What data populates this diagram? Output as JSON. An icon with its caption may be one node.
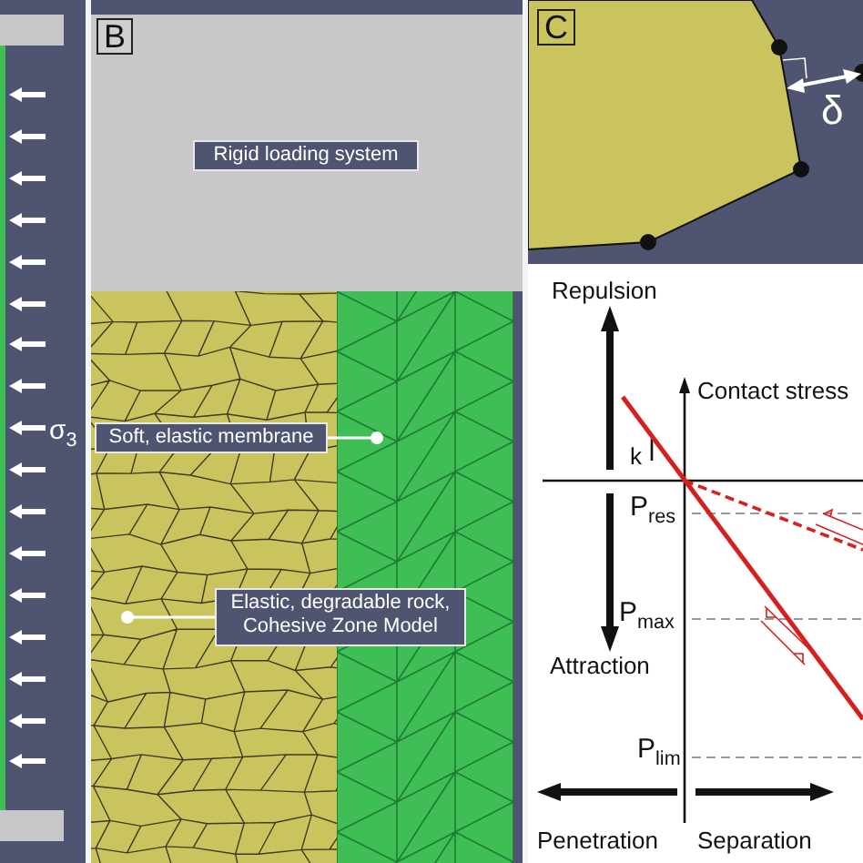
{
  "diagram": {
    "nodes": [
      {
        "text": [
          "Rigid loading system"
        ]
      },
      {
        "text": [],
        "shape": "box"
      },
      {
        "text": [
          "Soft, elastic membrane"
        ],
        "in": 1
      },
      {
        "text": [],
        "shape": "box"
      },
      {
        "text": [
          "Elastic, degradable rock, Cohesive Zone Model"
        ]
      }
    ],
    "edges": [
      {
        "from": 2,
        "to": 3,
        "arrow": "other"
      },
      {
        "from": 4,
        "to": 1,
        "arrow": "other"
      }
    ],
    "labels": [
      "B",
      "C",
      "σ$_{3}$",
      "δ",
      "Repulsion",
      "Contact stress",
      "k",
      "P$_{res}$",
      "P$_{max}$",
      "Attraction",
      "P$_{lim}$",
      "Penetration",
      "Separation"
    ]
  }
}
